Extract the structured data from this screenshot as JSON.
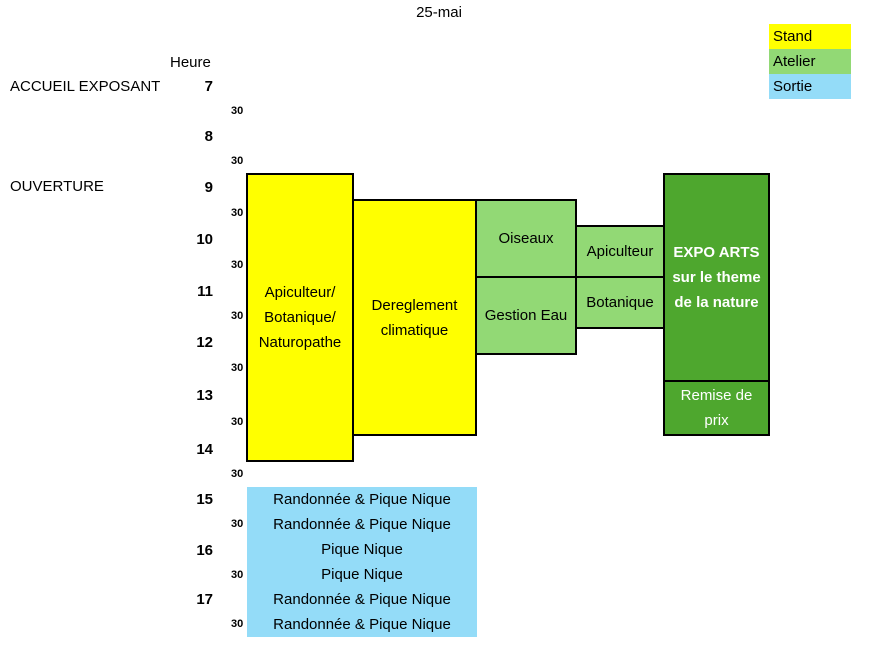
{
  "title": "25-mai",
  "legend": [
    {
      "label": "Stand",
      "color": "#ffff00"
    },
    {
      "label": "Atelier",
      "color": "#92d975"
    },
    {
      "label": "Sortie",
      "color": "#94dcf8"
    }
  ],
  "heure_label": "Heure",
  "side_labels": {
    "accueil": "ACCUEIL EXPOSANT",
    "ouverture": "OUVERTURE"
  },
  "hours": [
    "7",
    "8",
    "9",
    "10",
    "11",
    "12",
    "13",
    "14",
    "15",
    "16",
    "17"
  ],
  "half_label": "30",
  "blocks": {
    "apiculteur_botanique_naturopathe": [
      "Apiculteur/",
      "Botanique/",
      "Naturopathe"
    ],
    "dereglement": [
      "Dereglement",
      "climatique"
    ],
    "oiseaux": "Oiseaux",
    "gestion_eau": "Gestion Eau",
    "apiculteur": "Apiculteur",
    "botanique": "Botanique",
    "expo_arts": [
      "EXPO ARTS",
      "sur le theme",
      "de la nature"
    ],
    "remise_prix": [
      "Remise de",
      "prix"
    ]
  },
  "sorties": [
    "Randonnée & Pique Nique",
    "Randonnée & Pique Nique",
    "Pique Nique",
    "Pique Nique",
    "Randonnée & Pique Nique",
    "Randonnée & Pique Nique"
  ]
}
